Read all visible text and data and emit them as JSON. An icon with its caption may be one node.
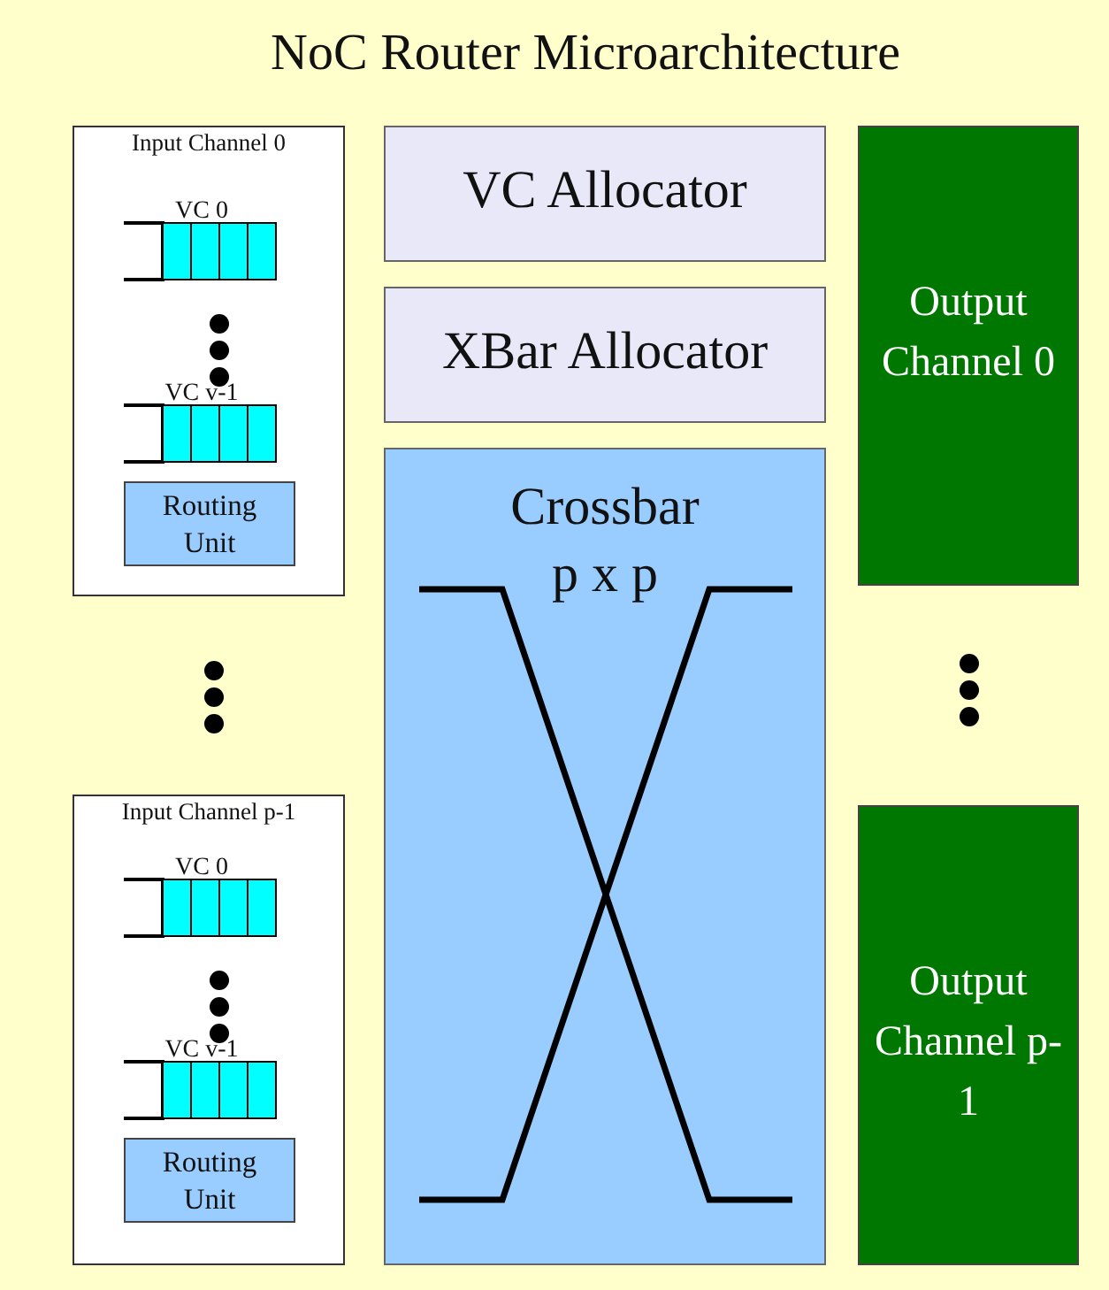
{
  "diagram": {
    "title": "NoC Router Microarchitecture",
    "nodes": [
      {
        "text": [
          "Input Channel 0"
        ]
      },
      {
        "text": [
          "VC 0"
        ],
        "in": 0
      },
      {
        "text": [
          "VC v-1"
        ],
        "in": 0
      },
      {
        "text": [
          "Routing Unit"
        ],
        "in": 0
      },
      {
        "text": [
          "VC Allocator"
        ]
      },
      {
        "text": [
          "XBar Allocator"
        ]
      },
      {
        "text": [
          "Crossbar p x p"
        ]
      },
      {
        "text": [
          "Output Channel 0"
        ]
      },
      {
        "text": [
          "Input Channel p-1"
        ]
      },
      {
        "text": [
          "VC 0"
        ],
        "in": 8
      },
      {
        "text": [
          "VC v-1"
        ],
        "in": 8
      },
      {
        "text": [
          "Routing Unit"
        ],
        "in": 8
      },
      {
        "text": [
          "Output Channel p-1"
        ]
      }
    ]
  }
}
